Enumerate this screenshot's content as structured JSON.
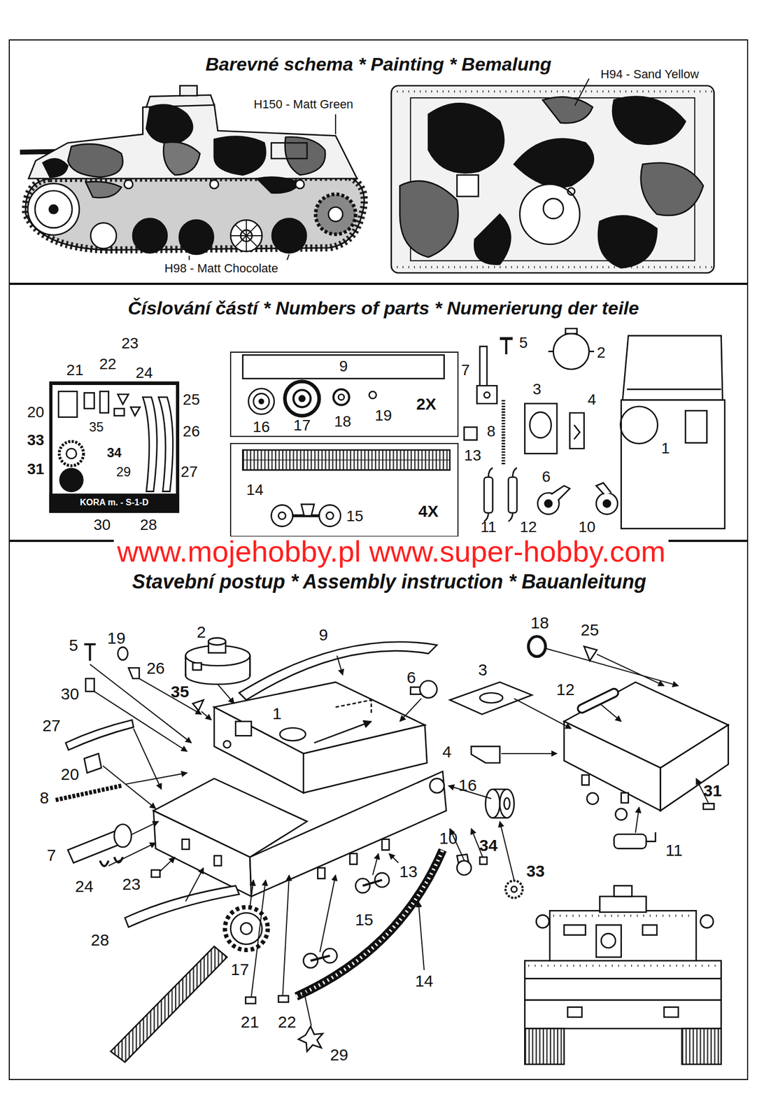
{
  "diagram": {
    "nodes": [
      {
        "text": [
          "Barevné schema * Painting * Bemalung"
        ]
      },
      {
        "text": [
          "Číslování částí * Numbers of parts * Numerierung der teile"
        ]
      },
      {
        "text": [
          "35",
          "34",
          "29",
          "KORA m. - S-1-D"
        ],
        "in": 1
      },
      {
        "text": [
          "9",
          "16",
          "17",
          "18",
          "19",
          "2X"
        ],
        "in": 1
      },
      {
        "text": [
          "14",
          "15",
          "4X"
        ],
        "in": 1
      },
      {
        "text": [
          "Stavební postup * Assembly instruction * Bauanleitung"
        ]
      }
    ],
    "labels": [
      "H150 - Matt Green",
      "H94 - Sand Yellow",
      "H98 - Matt Chocolate",
      "23",
      "21",
      "22",
      "24",
      "20",
      "25",
      "33",
      "26",
      "31",
      "27",
      "30",
      "28",
      "7",
      "5",
      "2",
      "3",
      "4",
      "8",
      "1",
      "13",
      "11",
      "12",
      "6",
      "10",
      "www.mojehobby.pl www.super-hobby.com",
      "5",
      "19",
      "2",
      "9",
      "6",
      "18",
      "25",
      "3",
      "12",
      "26",
      "30",
      "35",
      "1",
      "27",
      "20",
      "4",
      "16",
      "31",
      "8",
      "10",
      "34",
      "33",
      "7",
      "13",
      "11",
      "24",
      "23",
      "15",
      "28",
      "17",
      "14",
      "21",
      "22",
      "29"
    ]
  }
}
